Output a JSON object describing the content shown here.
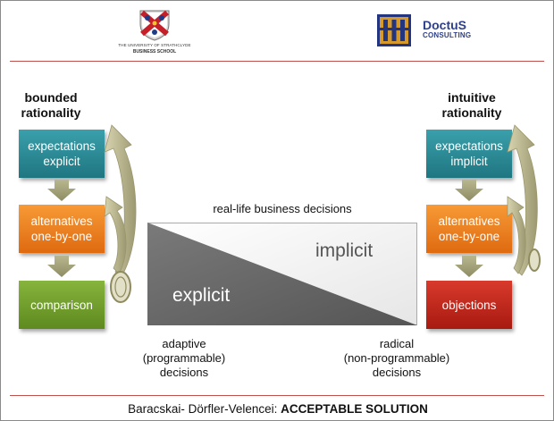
{
  "header": {
    "university_line1": "THE UNIVERSITY OF STRATHCLYDE",
    "university_line2": "BUSINESS SCHOOL",
    "doctus_line1": "DoctuS",
    "doctus_line2": "CONSULTING"
  },
  "left": {
    "heading_line1": "bounded",
    "heading_line2": "rationality",
    "box1_line1": "expectations",
    "box1_line2": "explicit",
    "box2_line1": "alternatives",
    "box2_line2": "one-by-one",
    "box3": "comparison"
  },
  "right": {
    "heading_line1": "intuitive",
    "heading_line2": "rationality",
    "box1_line1": "expectations",
    "box1_line2": "implicit",
    "box2_line1": "alternatives",
    "box2_line2": "one-by-one",
    "box3": "objections"
  },
  "center": {
    "top_label": "real-life business decisions",
    "implicit": "implicit",
    "explicit": "explicit",
    "left_caption_1": "adaptive",
    "left_caption_2": "(programmable)",
    "left_caption_3": "decisions",
    "right_caption_1": "radical",
    "right_caption_2": "(non-programmable)",
    "right_caption_3": "decisions"
  },
  "footer": {
    "authors": "Baracskai- Dörfler-Velencei: ",
    "title": "ACCEPTABLE SOLUTION"
  },
  "colors": {
    "teal": "#2a8c97",
    "orange": "#ef8424",
    "green": "#76a131",
    "red": "#c42b1f",
    "rule": "#c0504d",
    "triangle_dark": "#6f6f6f"
  }
}
